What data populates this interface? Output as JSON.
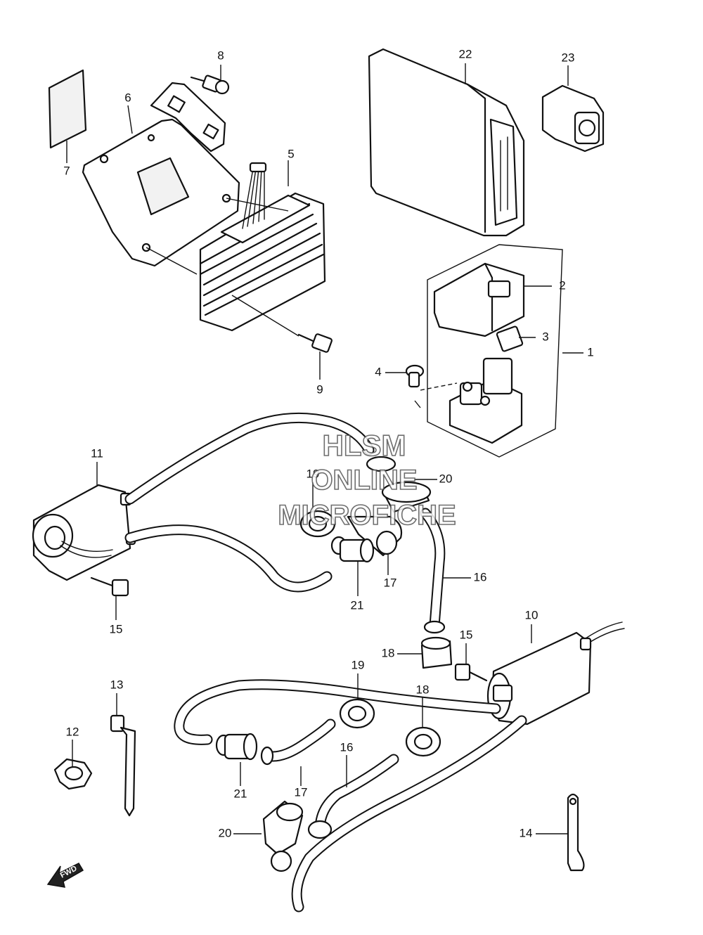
{
  "diagram": {
    "callouts": {
      "c1": "1",
      "c2": "2",
      "c3": "3",
      "c4": "4",
      "c5": "5",
      "c6": "6",
      "c7": "7",
      "c8": "8",
      "c9": "9",
      "c10": "10",
      "c11": "11",
      "c12": "12",
      "c13": "13",
      "c14": "14",
      "c15a": "15",
      "c15b": "15",
      "c16a": "16",
      "c16b": "16",
      "c17a": "17",
      "c17b": "17",
      "c18a": "18",
      "c18b": "18",
      "c19a": "19",
      "c19b": "19",
      "c20a": "20",
      "c20b": "20",
      "c21a": "21",
      "c21b": "21",
      "c22": "22",
      "c23": "23"
    },
    "watermark": {
      "line1": "HLSM",
      "line2": "ONLINE",
      "line3": "MICROFICHE"
    },
    "fwd_label": "FWD"
  }
}
